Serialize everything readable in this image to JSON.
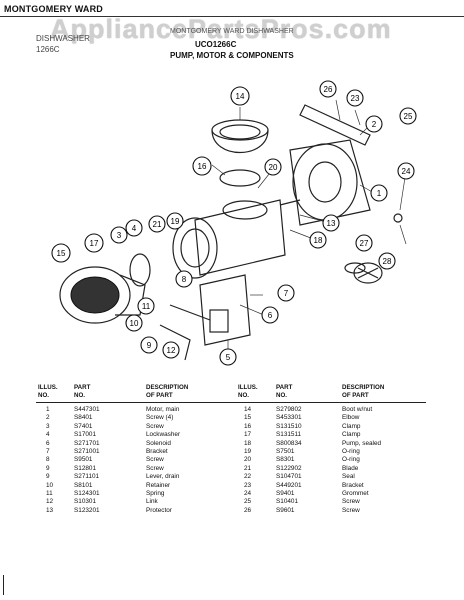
{
  "brand": "MONTGOMERY WARD",
  "watermark": "AppliancePartsPros.com",
  "model_line1": "DISHWASHER",
  "model_line2": "1266C",
  "header": {
    "line1": "MONTGOMERY WARD DISHWASHER",
    "model": "UCO1266C",
    "section": "PUMP, MOTOR & COMPONENTS"
  },
  "callouts": [
    "1",
    "2",
    "3",
    "4",
    "5",
    "6",
    "7",
    "8",
    "9",
    "10",
    "11",
    "12",
    "13",
    "14",
    "15",
    "16",
    "17",
    "18",
    "19",
    "20",
    "21",
    "23",
    "25",
    "26",
    "27",
    "28",
    "24"
  ],
  "table": {
    "headers": {
      "illus": [
        "ILLUS.",
        "NO."
      ],
      "part": [
        "PART",
        "NO."
      ],
      "desc": [
        "DESCRIPTION",
        "OF PART"
      ]
    },
    "left_rows": [
      {
        "illus": "1",
        "part": "S447301",
        "desc": "Motor, main"
      },
      {
        "illus": "2",
        "part": "S8401",
        "desc": "Screw (4)"
      },
      {
        "illus": "3",
        "part": "S7401",
        "desc": "Screw"
      },
      {
        "illus": "4",
        "part": "S17001",
        "desc": "Lockwasher"
      },
      {
        "illus": "6",
        "part": "S271701",
        "desc": "Solenoid"
      },
      {
        "illus": "7",
        "part": "S271001",
        "desc": "Bracket"
      },
      {
        "illus": "8",
        "part": "S9501",
        "desc": "Screw"
      },
      {
        "illus": "9",
        "part": "S12801",
        "desc": "Screw"
      },
      {
        "illus": "9",
        "part": "S271101",
        "desc": "Lever, drain"
      },
      {
        "illus": "10",
        "part": "S8101",
        "desc": "Retainer"
      },
      {
        "illus": "11",
        "part": "S124301",
        "desc": "Spring"
      },
      {
        "illus": "12",
        "part": "S10301",
        "desc": "Link"
      },
      {
        "illus": "13",
        "part": "S123201",
        "desc": "Protector"
      }
    ],
    "right_rows": [
      {
        "illus": "14",
        "part": "S279802",
        "desc": "Boot w/nut"
      },
      {
        "illus": "15",
        "part": "S453301",
        "desc": "Elbow"
      },
      {
        "illus": "16",
        "part": "S131510",
        "desc": "Clamp"
      },
      {
        "illus": "17",
        "part": "S131511",
        "desc": "Clamp"
      },
      {
        "illus": "18",
        "part": "S800834",
        "desc": "Pump, sealed"
      },
      {
        "illus": "19",
        "part": "S7501",
        "desc": "O-ring"
      },
      {
        "illus": "20",
        "part": "S8301",
        "desc": "O-ring"
      },
      {
        "illus": "21",
        "part": "S122902",
        "desc": "Blade"
      },
      {
        "illus": "22",
        "part": "S104701",
        "desc": "Seal"
      },
      {
        "illus": "23",
        "part": "S449201",
        "desc": "Bracket"
      },
      {
        "illus": "24",
        "part": "S9401",
        "desc": "Grommet"
      },
      {
        "illus": "25",
        "part": "S10401",
        "desc": "Screw"
      },
      {
        "illus": "26",
        "part": "S9601",
        "desc": "Screw"
      }
    ]
  }
}
